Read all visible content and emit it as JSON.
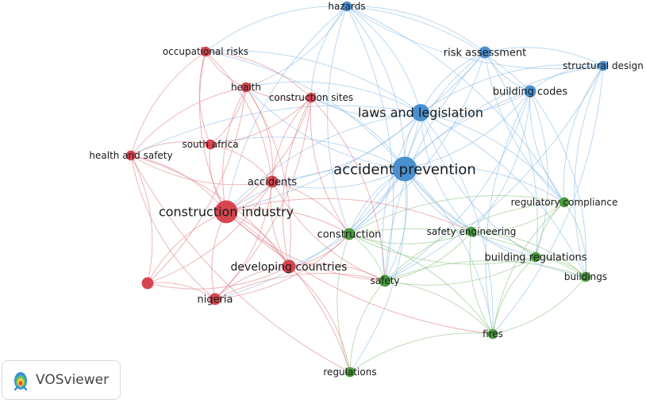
{
  "app": {
    "logo_text": "VOSviewer",
    "logo_icon": "vosviewer-logo-icon"
  },
  "colors": {
    "cluster1": "#d64550",
    "cluster2": "#4a9b3e",
    "cluster3": "#4a90d0",
    "cluster1_edge": "#e0868c",
    "cluster2_edge": "#93c486",
    "cluster3_edge": "#8fbde6"
  },
  "nodes": [
    {
      "id": "hazards",
      "label": "hazards",
      "cluster": 3,
      "weight": 2
    },
    {
      "id": "risk-assessment",
      "label": "risk assessment",
      "cluster": 3,
      "weight": 3
    },
    {
      "id": "structural-design",
      "label": "structural design",
      "cluster": 3,
      "weight": 2
    },
    {
      "id": "building-codes",
      "label": "building codes",
      "cluster": 3,
      "weight": 3
    },
    {
      "id": "laws-and-legislation",
      "label": "laws and legislation",
      "cluster": 3,
      "weight": 6
    },
    {
      "id": "accident-prevention",
      "label": "accident prevention",
      "cluster": 3,
      "weight": 10
    },
    {
      "id": "occupational-risks",
      "label": "occupational risks",
      "cluster": 1,
      "weight": 2
    },
    {
      "id": "health",
      "label": "health",
      "cluster": 1,
      "weight": 2
    },
    {
      "id": "construction-sites",
      "label": "construction sites",
      "cluster": 1,
      "weight": 2
    },
    {
      "id": "south-africa",
      "label": "south africa",
      "cluster": 1,
      "weight": 2
    },
    {
      "id": "health-and-safety",
      "label": "health and safety",
      "cluster": 1,
      "weight": 2
    },
    {
      "id": "accidents",
      "label": "accidents",
      "cluster": 1,
      "weight": 3
    },
    {
      "id": "construction-industry",
      "label": "construction industry",
      "cluster": 1,
      "weight": 9
    },
    {
      "id": "developing-countries",
      "label": "developing countries",
      "cluster": 1,
      "weight": 4
    },
    {
      "id": "nigeria",
      "label": "nigeria",
      "cluster": 1,
      "weight": 3
    },
    {
      "id": "unlabeled-red",
      "label": "",
      "cluster": 1,
      "weight": 3
    },
    {
      "id": "construction",
      "label": "construction",
      "cluster": 2,
      "weight": 3
    },
    {
      "id": "safety-engineering",
      "label": "safety engineering",
      "cluster": 2,
      "weight": 2
    },
    {
      "id": "regulatory-compliance",
      "label": "regulatory compliance",
      "cluster": 2,
      "weight": 2
    },
    {
      "id": "building-regulations",
      "label": "building regulations",
      "cluster": 2,
      "weight": 2
    },
    {
      "id": "buildings",
      "label": "buildings",
      "cluster": 2,
      "weight": 2
    },
    {
      "id": "safety",
      "label": "safety",
      "cluster": 2,
      "weight": 3
    },
    {
      "id": "fires",
      "label": "fires",
      "cluster": 2,
      "weight": 2
    },
    {
      "id": "regulations",
      "label": "regulations",
      "cluster": 2,
      "weight": 2
    }
  ],
  "links": [
    [
      "accident-prevention",
      "laws-and-legislation"
    ],
    [
      "accident-prevention",
      "hazards"
    ],
    [
      "accident-prevention",
      "risk-assessment"
    ],
    [
      "accident-prevention",
      "building-codes"
    ],
    [
      "accident-prevention",
      "structural-design"
    ],
    [
      "accident-prevention",
      "construction-industry"
    ],
    [
      "accident-prevention",
      "accidents"
    ],
    [
      "accident-prevention",
      "construction"
    ],
    [
      "accident-prevention",
      "safety"
    ],
    [
      "accident-prevention",
      "safety-engineering"
    ],
    [
      "accident-prevention",
      "regulatory-compliance"
    ],
    [
      "accident-prevention",
      "building-regulations"
    ],
    [
      "accident-prevention",
      "fires"
    ],
    [
      "accident-prevention",
      "buildings"
    ],
    [
      "accident-prevention",
      "health"
    ],
    [
      "accident-prevention",
      "construction-sites"
    ],
    [
      "accident-prevention",
      "developing-countries"
    ],
    [
      "accident-prevention",
      "south-africa"
    ],
    [
      "accident-prevention",
      "regulations"
    ],
    [
      "accident-prevention",
      "occupational-risks"
    ],
    [
      "accident-prevention",
      "nigeria"
    ],
    [
      "laws-and-legislation",
      "hazards"
    ],
    [
      "laws-and-legislation",
      "risk-assessment"
    ],
    [
      "laws-and-legislation",
      "building-codes"
    ],
    [
      "laws-and-legislation",
      "structural-design"
    ],
    [
      "laws-and-legislation",
      "construction-industry"
    ],
    [
      "laws-and-legislation",
      "construction"
    ],
    [
      "laws-and-legislation",
      "safety"
    ],
    [
      "laws-and-legislation",
      "accidents"
    ],
    [
      "laws-and-legislation",
      "health"
    ],
    [
      "laws-and-legislation",
      "regulatory-compliance"
    ],
    [
      "laws-and-legislation",
      "building-regulations"
    ],
    [
      "laws-and-legislation",
      "fires"
    ],
    [
      "laws-and-legislation",
      "safety-engineering"
    ],
    [
      "laws-and-legislation",
      "buildings"
    ],
    [
      "laws-and-legislation",
      "occupational-risks"
    ],
    [
      "laws-and-legislation",
      "construction-sites"
    ],
    [
      "laws-and-legislation",
      "health-and-safety"
    ],
    [
      "hazards",
      "risk-assessment"
    ],
    [
      "hazards",
      "structural-design"
    ],
    [
      "hazards",
      "building-codes"
    ],
    [
      "hazards",
      "construction"
    ],
    [
      "hazards",
      "safety"
    ],
    [
      "hazards",
      "occupational-risks"
    ],
    [
      "hazards",
      "health"
    ],
    [
      "hazards",
      "construction-industry"
    ],
    [
      "hazards",
      "regulatory-compliance"
    ],
    [
      "hazards",
      "construction-sites"
    ],
    [
      "risk-assessment",
      "structural-design"
    ],
    [
      "risk-assessment",
      "building-codes"
    ],
    [
      "risk-assessment",
      "construction"
    ],
    [
      "risk-assessment",
      "safety"
    ],
    [
      "risk-assessment",
      "building-regulations"
    ],
    [
      "risk-assessment",
      "regulatory-compliance"
    ],
    [
      "risk-assessment",
      "construction-industry"
    ],
    [
      "structural-design",
      "building-codes"
    ],
    [
      "structural-design",
      "safety"
    ],
    [
      "structural-design",
      "buildings"
    ],
    [
      "structural-design",
      "fires"
    ],
    [
      "structural-design",
      "regulatory-compliance"
    ],
    [
      "building-codes",
      "safety"
    ],
    [
      "building-codes",
      "construction"
    ],
    [
      "building-codes",
      "building-regulations"
    ],
    [
      "building-codes",
      "fires"
    ],
    [
      "building-codes",
      "buildings"
    ],
    [
      "building-codes",
      "regulatory-compliance"
    ],
    [
      "building-codes",
      "safety-engineering"
    ],
    [
      "construction-industry",
      "accidents"
    ],
    [
      "construction-industry",
      "developing-countries"
    ],
    [
      "construction-industry",
      "nigeria"
    ],
    [
      "construction-industry",
      "health"
    ],
    [
      "construction-industry",
      "construction-sites"
    ],
    [
      "construction-industry",
      "south-africa"
    ],
    [
      "construction-industry",
      "health-and-safety"
    ],
    [
      "construction-industry",
      "occupational-risks"
    ],
    [
      "construction-industry",
      "unlabeled-red"
    ],
    [
      "construction-industry",
      "construction"
    ],
    [
      "construction-industry",
      "safety"
    ],
    [
      "construction-industry",
      "regulations"
    ],
    [
      "construction-industry",
      "fires"
    ],
    [
      "construction-industry",
      "safety-engineering"
    ],
    [
      "accidents",
      "health"
    ],
    [
      "accidents",
      "construction-sites"
    ],
    [
      "accidents",
      "developing-countries"
    ],
    [
      "accidents",
      "nigeria"
    ],
    [
      "accidents",
      "south-africa"
    ],
    [
      "accidents",
      "health-and-safety"
    ],
    [
      "accidents",
      "occupational-risks"
    ],
    [
      "accidents",
      "construction"
    ],
    [
      "accidents",
      "safety"
    ],
    [
      "accidents",
      "unlabeled-red"
    ],
    [
      "developing-countries",
      "nigeria"
    ],
    [
      "developing-countries",
      "unlabeled-red"
    ],
    [
      "developing-countries",
      "construction"
    ],
    [
      "developing-countries",
      "safety"
    ],
    [
      "developing-countries",
      "health"
    ],
    [
      "developing-countries",
      "construction-sites"
    ],
    [
      "developing-countries",
      "health-and-safety"
    ],
    [
      "developing-countries",
      "regulations"
    ],
    [
      "nigeria",
      "unlabeled-red"
    ],
    [
      "nigeria",
      "health-and-safety"
    ],
    [
      "nigeria",
      "construction"
    ],
    [
      "nigeria",
      "safety"
    ],
    [
      "nigeria",
      "construction-sites"
    ],
    [
      "health",
      "occupational-risks"
    ],
    [
      "health",
      "construction-sites"
    ],
    [
      "health",
      "south-africa"
    ],
    [
      "health",
      "health-and-safety"
    ],
    [
      "health",
      "unlabeled-red"
    ],
    [
      "occupational-risks",
      "health-and-safety"
    ],
    [
      "occupational-risks",
      "construction-sites"
    ],
    [
      "occupational-risks",
      "south-africa"
    ],
    [
      "construction-sites",
      "south-africa"
    ],
    [
      "construction-sites",
      "construction"
    ],
    [
      "construction-sites",
      "safety"
    ],
    [
      "south-africa",
      "health-and-safety"
    ],
    [
      "health-and-safety",
      "unlabeled-red"
    ],
    [
      "health-and-safety",
      "regulations"
    ],
    [
      "construction",
      "safety"
    ],
    [
      "construction",
      "safety-engineering"
    ],
    [
      "construction",
      "regulatory-compliance"
    ],
    [
      "construction",
      "building-regulations"
    ],
    [
      "construction",
      "fires"
    ],
    [
      "construction",
      "regulations"
    ],
    [
      "construction",
      "buildings"
    ],
    [
      "safety",
      "safety-engineering"
    ],
    [
      "safety",
      "regulatory-compliance"
    ],
    [
      "safety",
      "building-regulations"
    ],
    [
      "safety",
      "fires"
    ],
    [
      "safety",
      "regulations"
    ],
    [
      "safety",
      "buildings"
    ],
    [
      "safety-engineering",
      "regulatory-compliance"
    ],
    [
      "safety-engineering",
      "building-regulations"
    ],
    [
      "safety-engineering",
      "fires"
    ],
    [
      "safety-engineering",
      "buildings"
    ],
    [
      "regulatory-compliance",
      "building-regulations"
    ],
    [
      "regulatory-compliance",
      "buildings"
    ],
    [
      "regulatory-compliance",
      "fires"
    ],
    [
      "building-regulations",
      "buildings"
    ],
    [
      "building-regulations",
      "fires"
    ],
    [
      "buildings",
      "fires"
    ],
    [
      "fires",
      "regulations"
    ]
  ]
}
